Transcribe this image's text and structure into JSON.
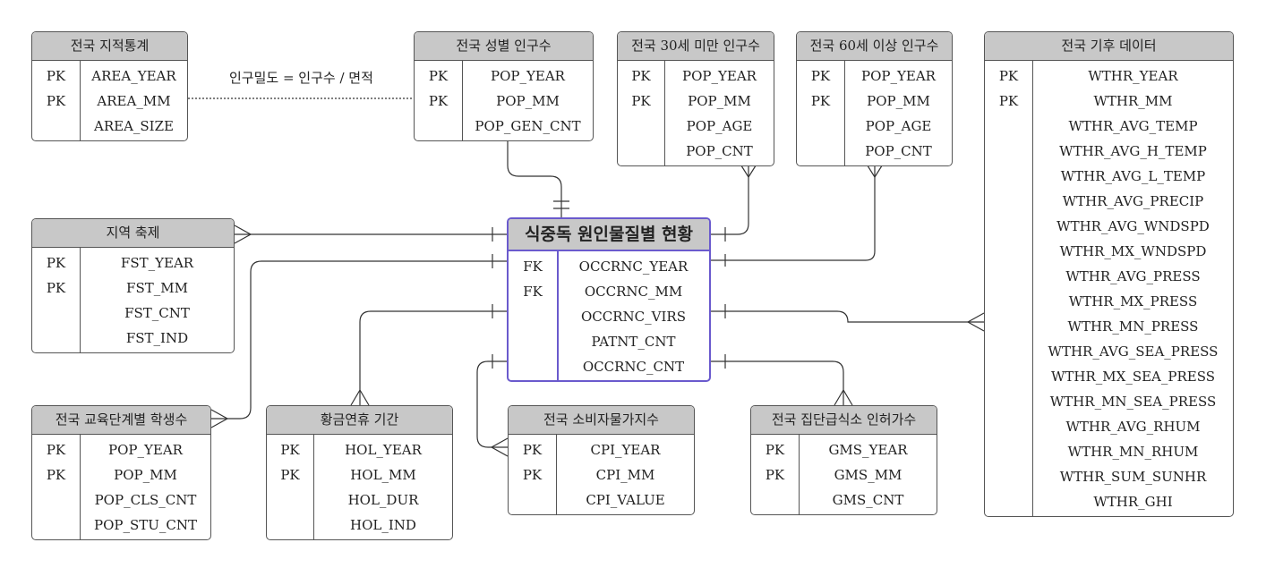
{
  "tables": {
    "area": {
      "title": "전국 지적통계",
      "rows": [
        {
          "key": "PK",
          "field": "AREA_YEAR"
        },
        {
          "key": "PK",
          "field": "AREA_MM"
        },
        {
          "key": "",
          "field": "AREA_SIZE"
        }
      ]
    },
    "gender": {
      "title": "전국 성별 인구수",
      "rows": [
        {
          "key": "PK",
          "field": "POP_YEAR"
        },
        {
          "key": "PK",
          "field": "POP_MM"
        },
        {
          "key": "",
          "field": "POP_GEN_CNT"
        }
      ]
    },
    "under30": {
      "title": "전국 30세 미만 인구수",
      "rows": [
        {
          "key": "PK",
          "field": "POP_YEAR"
        },
        {
          "key": "PK",
          "field": "POP_MM"
        },
        {
          "key": "",
          "field": "POP_AGE"
        },
        {
          "key": "",
          "field": "POP_CNT"
        }
      ]
    },
    "over60": {
      "title": "전국 60세 이상 인구수",
      "rows": [
        {
          "key": "PK",
          "field": "POP_YEAR"
        },
        {
          "key": "PK",
          "field": "POP_MM"
        },
        {
          "key": "",
          "field": "POP_AGE"
        },
        {
          "key": "",
          "field": "POP_CNT"
        }
      ]
    },
    "climate": {
      "title": "전국 기후 데이터",
      "rows": [
        {
          "key": "PK",
          "field": "WTHR_YEAR"
        },
        {
          "key": "PK",
          "field": "WTHR_MM"
        },
        {
          "key": "",
          "field": "WTHR_AVG_TEMP"
        },
        {
          "key": "",
          "field": "WTHR_AVG_H_TEMP"
        },
        {
          "key": "",
          "field": "WTHR_AVG_L_TEMP"
        },
        {
          "key": "",
          "field": "WTHR_AVG_PRECIP"
        },
        {
          "key": "",
          "field": "WTHR_AVG_WNDSPD"
        },
        {
          "key": "",
          "field": "WTHR_MX_WNDSPD"
        },
        {
          "key": "",
          "field": "WTHR_AVG_PRESS"
        },
        {
          "key": "",
          "field": "WTHR_MX_PRESS"
        },
        {
          "key": "",
          "field": "WTHR_MN_PRESS"
        },
        {
          "key": "",
          "field": "WTHR_AVG_SEA_PRESS"
        },
        {
          "key": "",
          "field": "WTHR_MX_SEA_PRESS"
        },
        {
          "key": "",
          "field": "WTHR_MN_SEA_PRESS"
        },
        {
          "key": "",
          "field": "WTHR_AVG_RHUM"
        },
        {
          "key": "",
          "field": "WTHR_MN_RHUM"
        },
        {
          "key": "",
          "field": "WTHR_SUM_SUNHR"
        },
        {
          "key": "",
          "field": "WTHR_GHI"
        }
      ]
    },
    "festival": {
      "title": "지역 축제",
      "rows": [
        {
          "key": "PK",
          "field": "FST_YEAR"
        },
        {
          "key": "PK",
          "field": "FST_MM"
        },
        {
          "key": "",
          "field": "FST_CNT"
        },
        {
          "key": "",
          "field": "FST_IND"
        }
      ]
    },
    "main": {
      "title": "식중독 원인물질별 현황",
      "rows": [
        {
          "key": "FK",
          "field": "OCCRNC_YEAR"
        },
        {
          "key": "FK",
          "field": "OCCRNC_MM"
        },
        {
          "key": "",
          "field": "OCCRNC_VIRS"
        },
        {
          "key": "",
          "field": "PATNT_CNT"
        },
        {
          "key": "",
          "field": "OCCRNC_CNT"
        }
      ]
    },
    "students": {
      "title": "전국 교육단계별 학생수",
      "rows": [
        {
          "key": "PK",
          "field": "POP_YEAR"
        },
        {
          "key": "PK",
          "field": "POP_MM"
        },
        {
          "key": "",
          "field": "POP_CLS_CNT"
        },
        {
          "key": "",
          "field": "POP_STU_CNT"
        }
      ]
    },
    "holiday": {
      "title": "황금연휴 기간",
      "rows": [
        {
          "key": "PK",
          "field": "HOL_YEAR"
        },
        {
          "key": "PK",
          "field": "HOL_MM"
        },
        {
          "key": "",
          "field": "HOL_DUR"
        },
        {
          "key": "",
          "field": "HOL_IND"
        }
      ]
    },
    "cpi": {
      "title": "전국 소비자물가지수",
      "rows": [
        {
          "key": "PK",
          "field": "CPI_YEAR"
        },
        {
          "key": "PK",
          "field": "CPI_MM"
        },
        {
          "key": "",
          "field": "CPI_VALUE"
        }
      ]
    },
    "catering": {
      "title": "전국 집단급식소 인허가수",
      "rows": [
        {
          "key": "PK",
          "field": "GMS_YEAR"
        },
        {
          "key": "PK",
          "field": "GMS_MM"
        },
        {
          "key": "",
          "field": "GMS_CNT"
        }
      ]
    }
  },
  "relation_note": "인구밀도 = 인구수 / 면적"
}
